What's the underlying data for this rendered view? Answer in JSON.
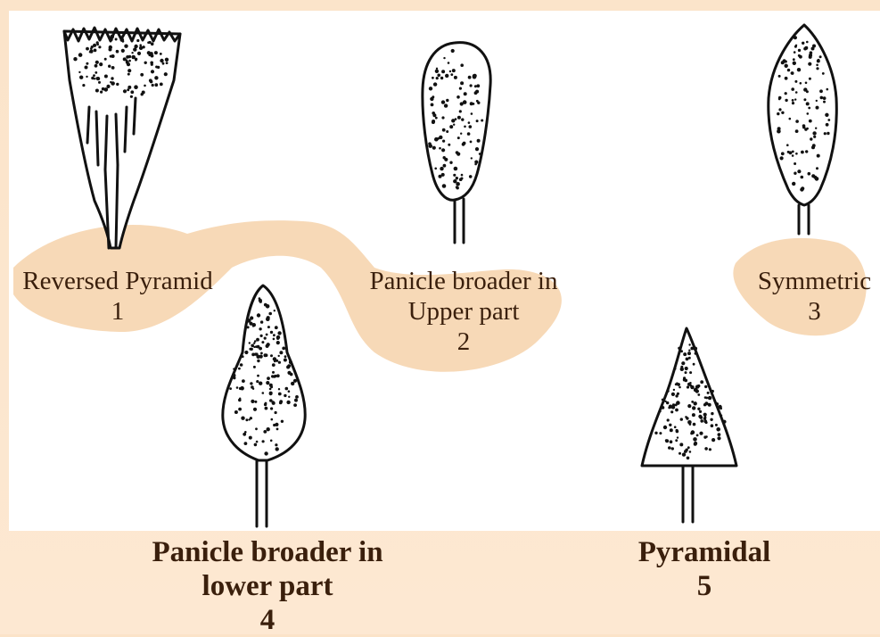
{
  "shapes": [
    {
      "id": 1,
      "name": "Reversed Pyramid",
      "number": "1",
      "label_lines": [
        "Reversed Pyramid"
      ]
    },
    {
      "id": 2,
      "name": "Panicle broader in Upper part",
      "number": "2",
      "label_lines": [
        "Panicle broader in",
        "Upper part"
      ]
    },
    {
      "id": 3,
      "name": "Symmetric",
      "number": "3",
      "label_lines": [
        "Symmetric"
      ]
    },
    {
      "id": 4,
      "name": "Panicle broader in lower part",
      "number": "4",
      "label_lines": [
        "Panicle broader in",
        "lower part"
      ]
    },
    {
      "id": 5,
      "name": "Pyramidal",
      "number": "5",
      "label_lines": [
        "Pyramidal"
      ]
    }
  ],
  "colors": {
    "background": "#fbe3c8",
    "panel": "#ffffff",
    "highlight": "#f6d2aa",
    "ink": "#111111",
    "label_text": "#3a1f0c"
  }
}
